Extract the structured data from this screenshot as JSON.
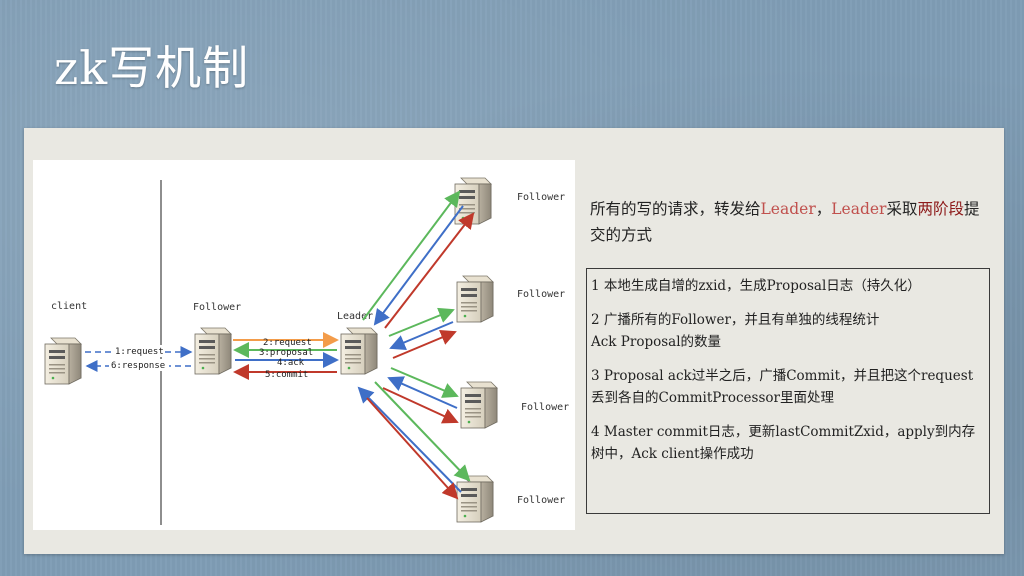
{
  "slide": {
    "title": "zk写机制"
  },
  "diagram": {
    "labels": {
      "client": "client",
      "follower_mid": "Follower",
      "leader": "Leader",
      "follower_1": "Follower",
      "follower_2": "Follower",
      "follower_3": "Follower",
      "follower_4": "Follower"
    },
    "arrows": {
      "request": "1:request",
      "response": "6:response",
      "fwd_request": "2:request",
      "proposal": "3:proposal",
      "ack": "4:ack",
      "commit": "5:commit"
    },
    "colors": {
      "orange": "#f39c4a",
      "green": "#5cb85c",
      "blue": "#3f6fc7",
      "red": "#c0392b"
    }
  },
  "content": {
    "intro": {
      "part1": "所有的写的请求，转发给",
      "leader1": "Leader",
      "sep": "，",
      "leader2": "Leader",
      "part2": "采取",
      "two_phase": "两阶段",
      "part3": "提交的方式"
    },
    "steps": [
      "1 本地生成自增的zxid，生成Proposal日志（持久化）",
      "2 广播所有的Follower，并且有单独的线程统计\n Ack Proposal的数量",
      "3 Proposal ack过半之后，广播Commit，并且把这个request丢到各自的CommitProcessor里面处理",
      "4 Master commit日志，更新lastCommitZxid，apply到内存树中，Ack client操作成功"
    ]
  }
}
